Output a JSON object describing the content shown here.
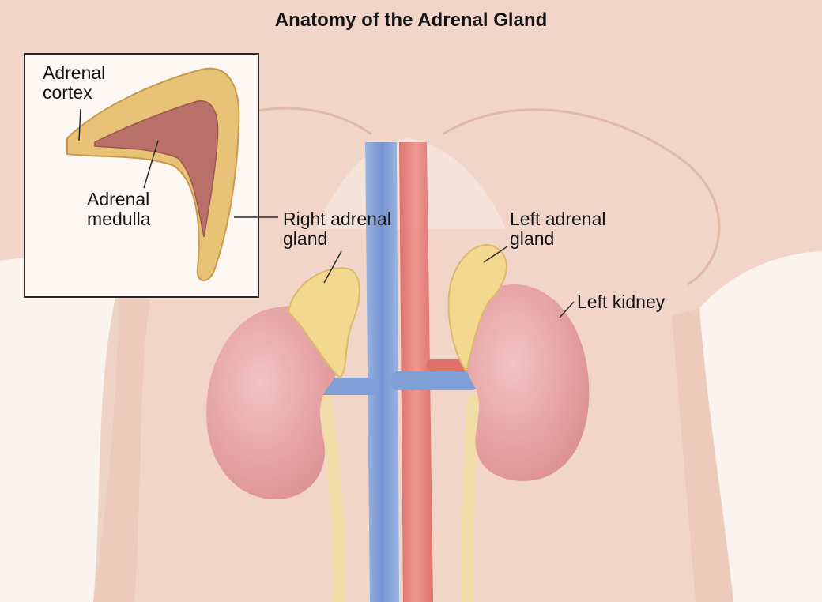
{
  "title": "Anatomy of the Adrenal Gland",
  "labels": {
    "adrenal_cortex": [
      "Adrenal",
      "cortex"
    ],
    "adrenal_medulla": [
      "Adrenal",
      "medulla"
    ],
    "right_adrenal_gland": [
      "Right adrenal",
      "gland"
    ],
    "left_adrenal_gland": [
      "Left adrenal",
      "gland"
    ],
    "left_kidney": "Left kidney"
  },
  "colors": {
    "skin": "#f1d7ca",
    "kidney": "#e8a3a3",
    "gland": "#f2d98f",
    "cortex": "#e7c277",
    "medulla": "#b87068",
    "vein": "#7f9fd6",
    "artery": "#e06f6a",
    "ureter": "#f0dca6"
  }
}
